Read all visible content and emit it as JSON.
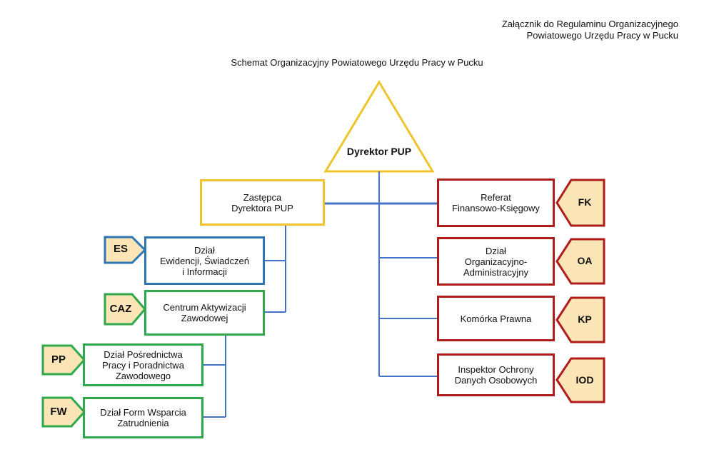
{
  "header": {
    "line1": "Załącznik do Regulaminu Organizacyjnego",
    "line2": "Powiatowego Urzędu Pracy w Pucku"
  },
  "title": "Schemat Organizacyjny Powiatowego Urzędu Pracy w Pucku",
  "director": "Dyrektor PUP",
  "deputy": "Zastępca\nDyrektora PUP",
  "left_units": [
    {
      "code": "ES",
      "label": "Dział\nEwidencji, Świadczeń\ni Informacji",
      "color": "#2e75b6"
    },
    {
      "code": "CAZ",
      "label": "Centrum Aktywizacji\nZawodowej",
      "color": "#2ea84a"
    },
    {
      "code": "PP",
      "label": "Dział Pośrednictwa\nPracy i Poradnictwa\nZawodowego",
      "color": "#2ea84a"
    },
    {
      "code": "FW",
      "label": "Dział Form Wsparcia\nZatrudnienia",
      "color": "#2ea84a"
    }
  ],
  "right_units": [
    {
      "code": "FK",
      "label": "Referat\nFinansowo-Księgowy",
      "color": "#b01c1c"
    },
    {
      "code": "OA",
      "label": "Dział\nOrganizacyjno-\nAdministracyjny",
      "color": "#b01c1c"
    },
    {
      "code": "KP",
      "label": "Komórka Prawna",
      "color": "#b01c1c"
    },
    {
      "code": "IOD",
      "label": "Inspektor Ochrony\nDanych Osobowych",
      "color": "#b01c1c"
    }
  ],
  "colors": {
    "director": "#f0c22b",
    "connector": "#4472c4",
    "badge_fill": "#fbe5b6",
    "badge_blue_border": "#2e75b6",
    "badge_green_border": "#2ea84a",
    "badge_red_border": "#b01c1c"
  }
}
